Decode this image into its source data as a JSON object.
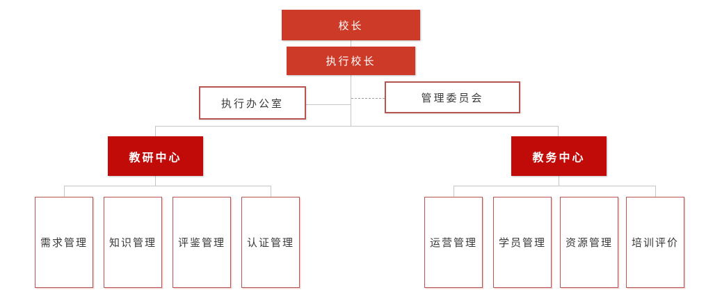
{
  "colors": {
    "node_fill_primary": "#cd3a28",
    "node_fill_center": "#c00b08",
    "node_border": "#b85450",
    "connector": "#c5c5c5",
    "connector_dashed": "#9e9e9e",
    "text_dark": "#3b3838",
    "text_light": "#ffffff",
    "background": "#ffffff"
  },
  "nodes": {
    "principal": {
      "label": "校长"
    },
    "executive_principal": {
      "label": "执行校长"
    },
    "executive_office": {
      "label": "执行办公室"
    },
    "management_committee": {
      "label": "管理委员会"
    }
  },
  "centers": [
    {
      "label": "教研中心",
      "children": [
        {
          "label": "需求管理"
        },
        {
          "label": "知识管理"
        },
        {
          "label": "评鉴管理"
        },
        {
          "label": "认证管理"
        }
      ]
    },
    {
      "label": "教务中心",
      "children": [
        {
          "label": "运营管理"
        },
        {
          "label": "学员管理"
        },
        {
          "label": "资源管理"
        },
        {
          "label": "培训评价"
        }
      ]
    }
  ]
}
